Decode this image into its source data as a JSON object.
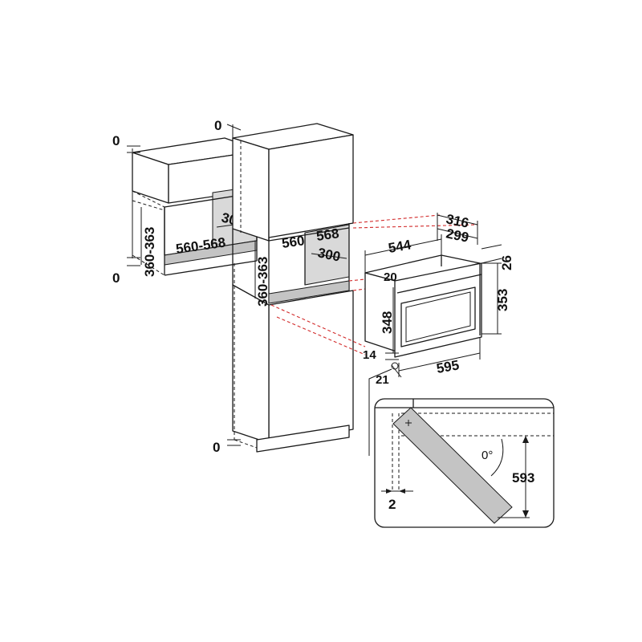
{
  "dimensions": {
    "upper_top_gap": "0",
    "upper_bottom_gap": "0",
    "upper_niche_height": "360-363",
    "upper_niche_width": "560-568",
    "upper_niche_depth": "300",
    "tall_top_gap": "0",
    "tall_niche_height": "360-363",
    "tall_niche_width_a": "560",
    "tall_niche_width_b": "568",
    "tall_niche_depth": "300",
    "tall_floor_gap": "0",
    "appliance_width_top": "544",
    "appliance_depth_total": "316",
    "appliance_depth_body": "299",
    "appliance_top_offset": "26",
    "appliance_frame_top": "20",
    "appliance_body_height": "348",
    "appliance_total_height": "353",
    "appliance_bottom_offset": "14",
    "appliance_front_width": "595",
    "appliance_side_offset": "21"
  },
  "door_detail": {
    "angle_label": "0°",
    "door_open_height": "593",
    "hinge_offset": "2"
  }
}
